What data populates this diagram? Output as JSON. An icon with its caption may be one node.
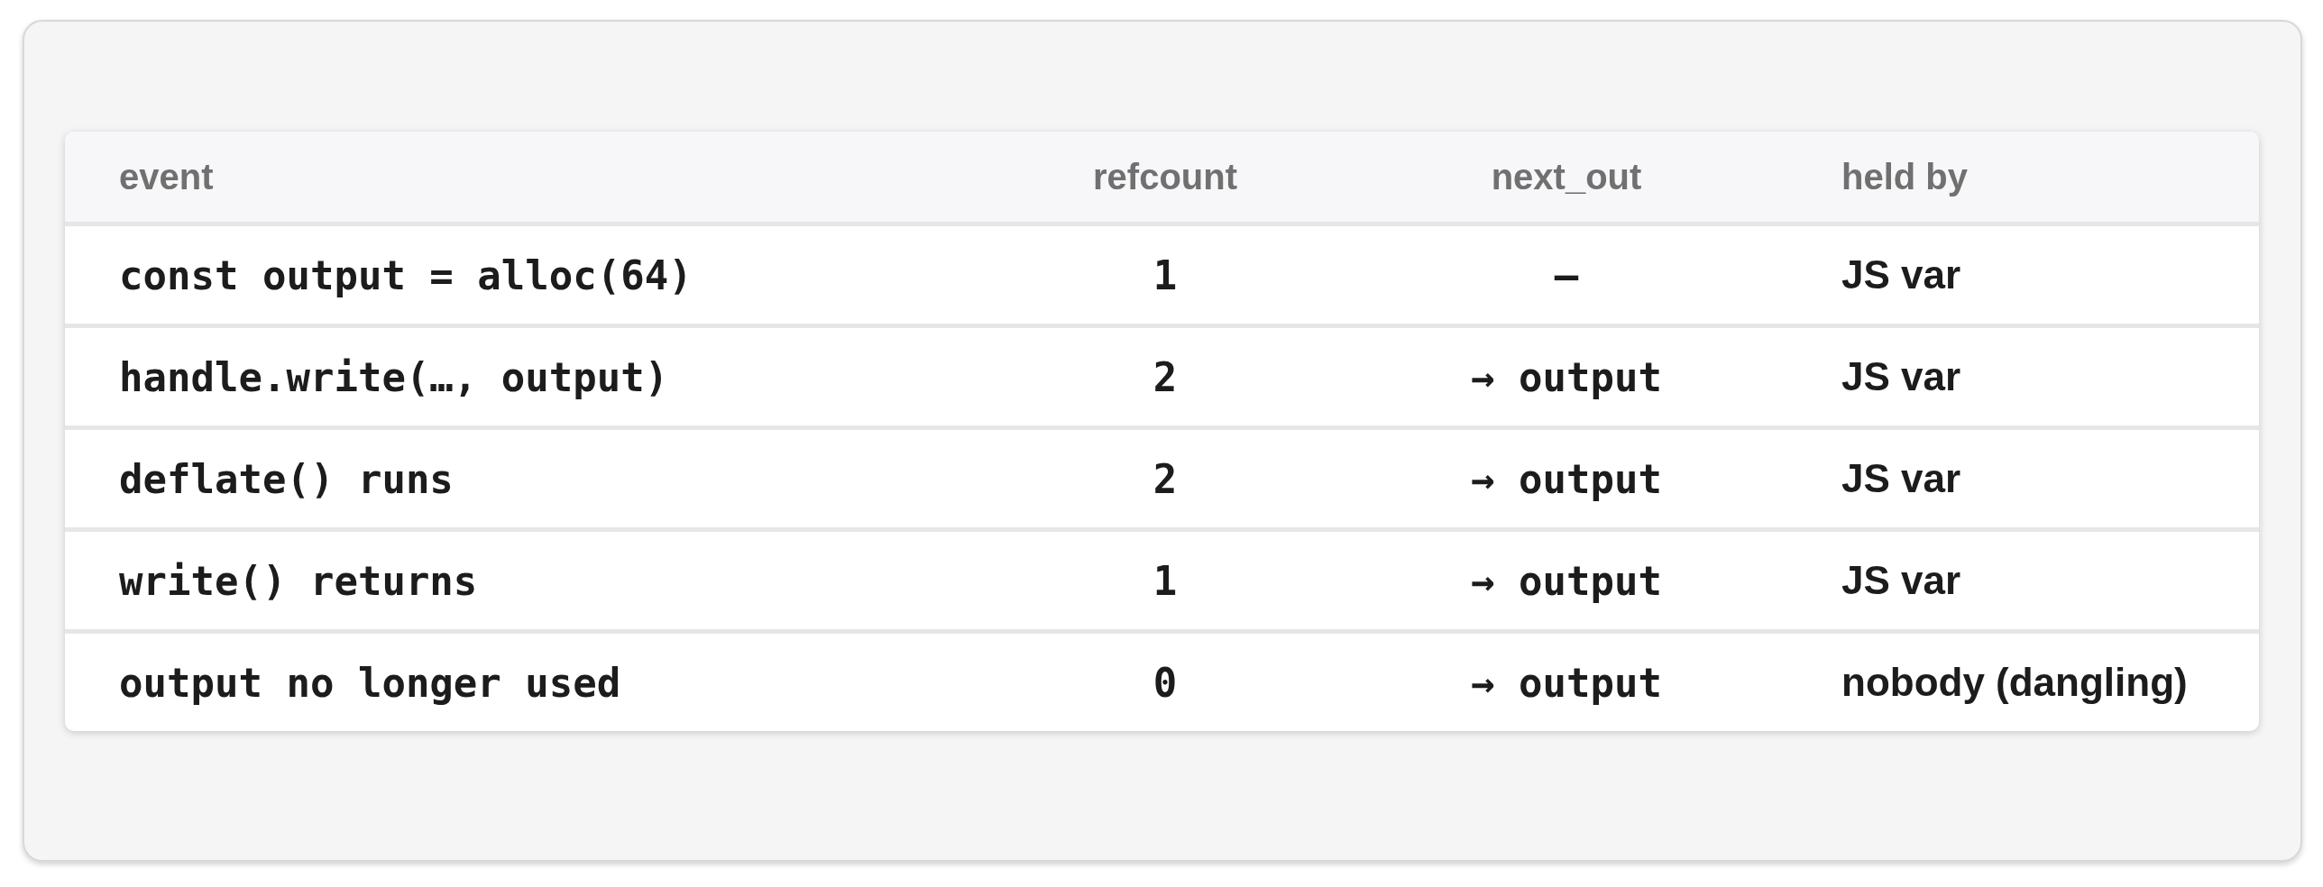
{
  "diagram": {
    "labels": [
      "event",
      "refcount",
      "next_out",
      "held by",
      "const output = alloc(64)",
      "1",
      "—",
      "JS var",
      "handle.write(…, output)",
      "2",
      "→ output",
      "JS var",
      "deflate() runs",
      "2",
      "→ output",
      "JS var",
      "write() returns",
      "1",
      "→ output",
      "JS var",
      "output no longer used",
      "0",
      "→ output",
      "nobody (dangling)"
    ]
  }
}
